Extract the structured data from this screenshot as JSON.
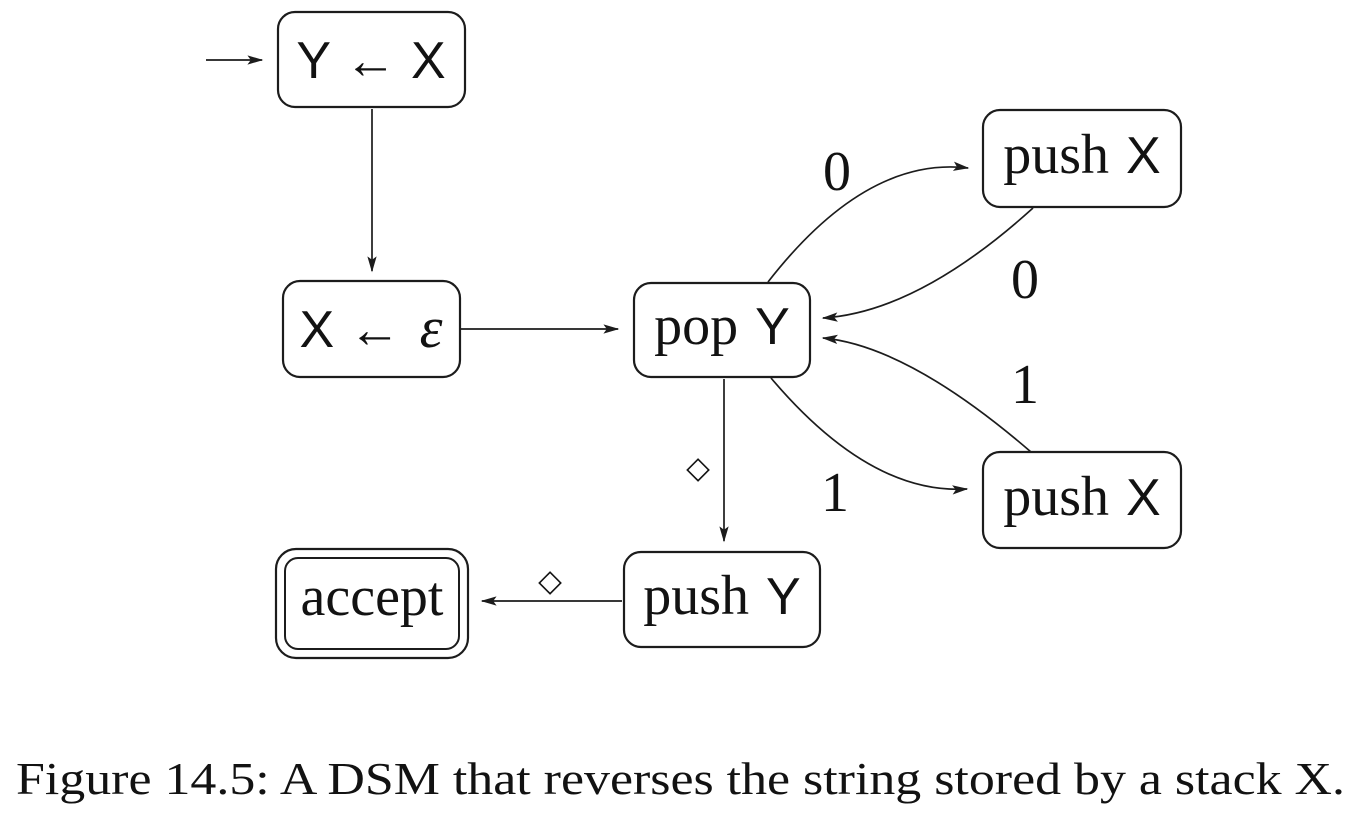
{
  "figure": {
    "kind": "dsm-state-diagram",
    "background_color": "#ffffff",
    "ink_color": "#1c1c1c",
    "caption": "Figure 14.5: A DSM that reverses the string stored by a stack X.",
    "nodes": {
      "y_gets_x": {
        "label": "Y ← X"
      },
      "x_gets_epsilon": {
        "label_prefix": "X ←",
        "label_epsilon": "ε"
      },
      "pop_y": {
        "word": "pop",
        "variable": "Y"
      },
      "push_x_top": {
        "word": "push",
        "variable": "X"
      },
      "push_x_bottom": {
        "word": "push",
        "variable": "X"
      },
      "push_y": {
        "word": "push",
        "variable": "Y"
      },
      "accept": {
        "label": "accept"
      }
    },
    "edge_labels": {
      "pop_y_to_push_x_top": "0",
      "push_x_top_to_pop_y": "0",
      "push_x_bottom_to_pop_y": "1",
      "pop_y_to_push_x_bottom": "1",
      "pop_y_to_push_y": "◇",
      "push_y_to_accept": "◇"
    }
  }
}
